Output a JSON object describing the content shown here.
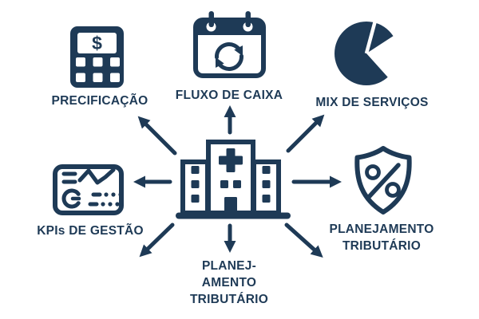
{
  "colors": {
    "accent": "#1e3a56",
    "background": "#ffffff"
  },
  "center": {
    "icon": "hospital-building-icon"
  },
  "nodes": {
    "precificacao": {
      "label": "PRECIFICAÇÃO",
      "icon": "calculator-dollar-icon"
    },
    "fluxo_de_caixa": {
      "label": "FLUXO DE CAIXA",
      "icon": "calendar-sync-icon"
    },
    "mix_de_servicos": {
      "label": "MIX DE SERVIÇOS",
      "icon": "pie-chart-icon"
    },
    "kpis_de_gestao": {
      "label": "KPIs DE GESTÃO",
      "icon": "kpi-dashboard-icon"
    },
    "planejamento_tributario_right": {
      "line1": "PLANEJAMENTO",
      "line2": "TRIBUTÁRIO",
      "icon": "shield-percent-icon"
    },
    "planejamento_tributario_bottom": {
      "line1": "PLANEJ-",
      "line2": "AMENTO",
      "line3": "TRIBUTÁRIO"
    }
  },
  "glyphs": {
    "calculator_display": "$"
  }
}
